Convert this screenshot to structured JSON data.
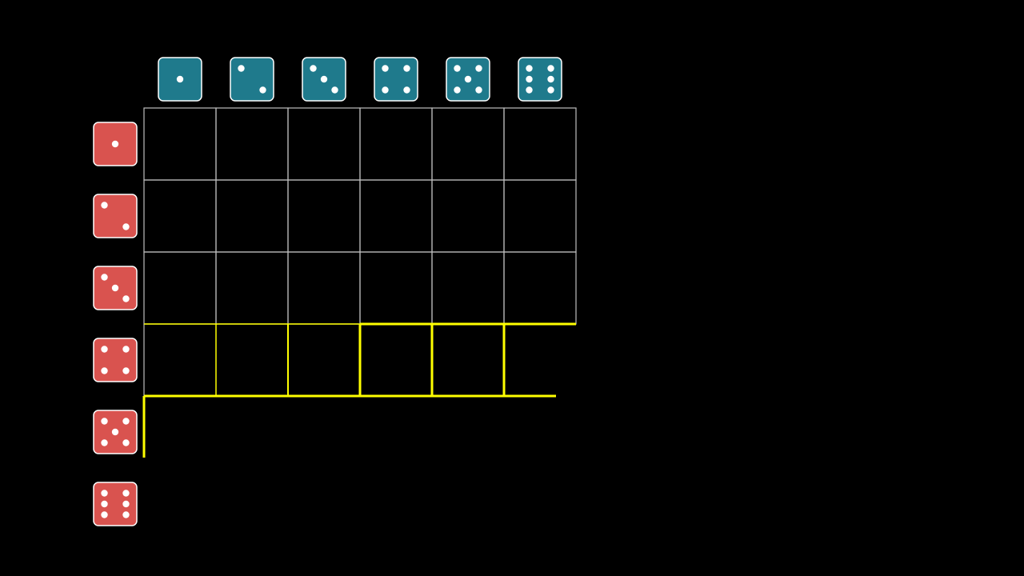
{
  "diagram": {
    "background": "#000000",
    "column_dice": {
      "color": "#1f7a8c",
      "values": [
        1,
        2,
        3,
        4,
        5,
        6
      ]
    },
    "row_dice": {
      "color": "#d9534f",
      "values": [
        1,
        2,
        3,
        4,
        5,
        6
      ]
    },
    "grid": {
      "columns": 6,
      "rows_drawn": 4,
      "line_color": "#ffffff",
      "highlight_color": "#ffff00",
      "highlighted_row": 4,
      "highlight_fill_progress": 0.5
    }
  }
}
